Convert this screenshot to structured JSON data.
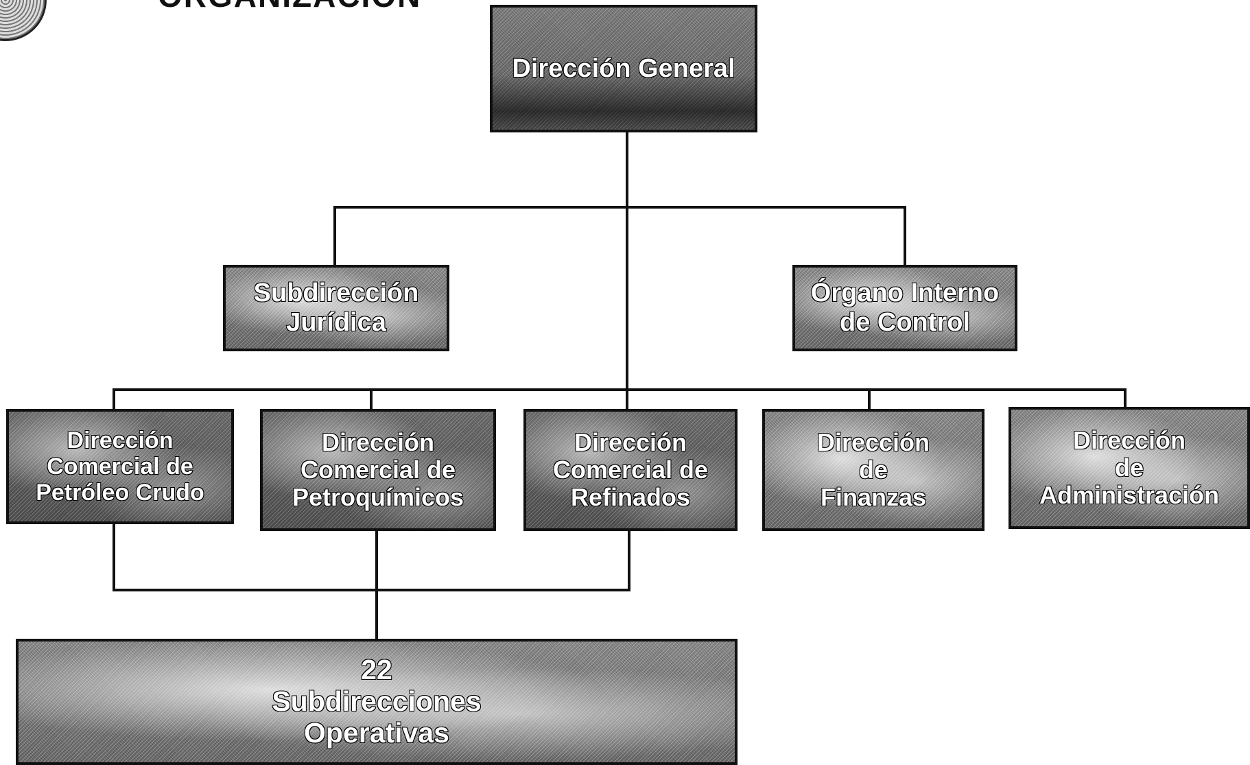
{
  "header": {
    "title": "ORGANIZACIÓN"
  },
  "org": {
    "direccion_general": "Dirección General",
    "subdireccion_juridica": "Subdirección\nJurídica",
    "organo_interno": "Órgano Interno\nde Control",
    "dc_petroleo_crudo": "Dirección\nComercial de\nPetróleo Crudo",
    "dc_petroquimicos": "Dirección\nComercial de\nPetroquímicos",
    "dc_refinados": "Dirección\nComercial de\nRefinados",
    "d_finanzas": "Dirección\nde\nFinanzas",
    "d_administracion": "Dirección\nde\nAdministración",
    "subdirecciones_operativas": "22\nSubdirecciones\nOperativas"
  }
}
